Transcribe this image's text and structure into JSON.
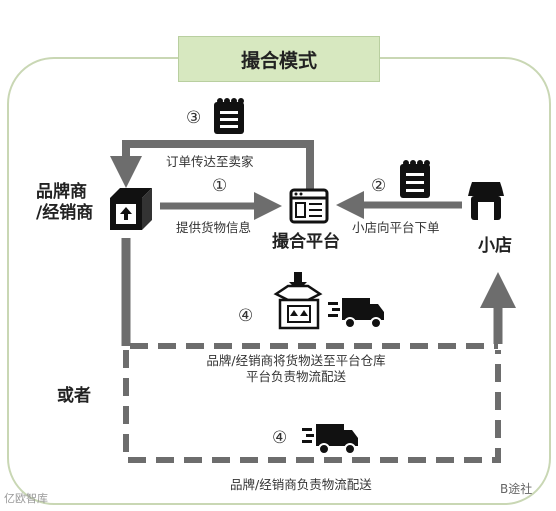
{
  "title": "撮合模式",
  "nodes": {
    "brand": {
      "line1": "品牌商",
      "line2": "/经销商"
    },
    "platform": "撮合平台",
    "shop": "小店"
  },
  "steps": {
    "s1": {
      "num": "①",
      "text": "提供货物信息"
    },
    "s2": {
      "num": "②",
      "text": "小店向平台下单"
    },
    "s3": {
      "num": "③",
      "text": "订单传达至卖家"
    },
    "s4a": {
      "num": "④",
      "line1": "品牌/经销商将货物送至平台仓库",
      "line2": "平台负责物流配送"
    },
    "s4b": {
      "num": "④",
      "text": "品牌/经销商负责物流配送"
    }
  },
  "or_label": "或者",
  "watermarks": {
    "left": "亿欧智库",
    "right": "B途社"
  },
  "colors": {
    "title_bg": "#d7e8c0",
    "panel_border": "#c9d7b4",
    "arrow": "#6d6d6d",
    "icon": "#111111"
  }
}
